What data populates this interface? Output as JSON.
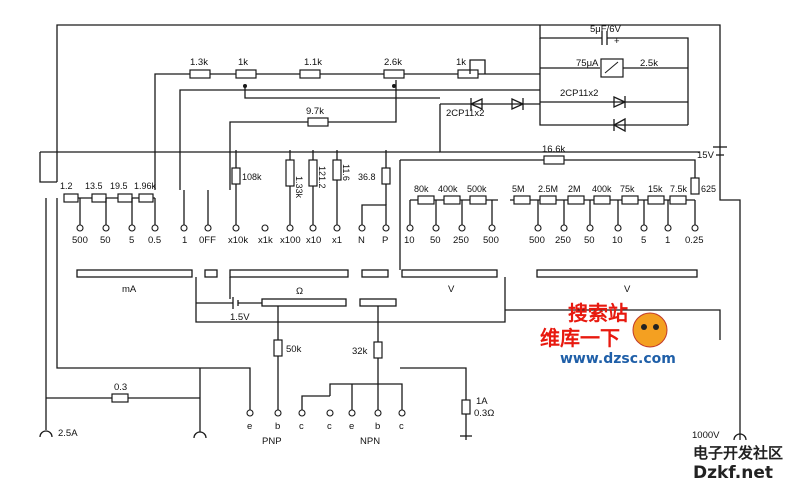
{
  "diagram": {
    "top_components": {
      "capacitor": "5μF/6V",
      "capacitor_polarity": "+",
      "meter_current": "75μA",
      "meter_resistor": "2.5k",
      "diodes_right": "2CP11x2",
      "diodes_left": "2CP11x2",
      "r_1_3k": "1.3k",
      "r_1k_a": "1k",
      "r_1_1k": "1.1k",
      "r_2_6k": "2.6k",
      "r_1k_b": "1k",
      "r_9_7k": "9.7k",
      "r_16_6k": "16.6k",
      "battery_15v": "15V"
    },
    "ma_section": {
      "resistors": [
        "1.2",
        "13.5",
        "19.5",
        "1.96k"
      ],
      "ranges": [
        "500",
        "50",
        "5",
        "0.5",
        "1",
        "0FF"
      ],
      "bar_label": "mA"
    },
    "ohm_section": {
      "resistors": [
        "108k",
        "1.33k",
        "121.2",
        "11.6",
        "36.8"
      ],
      "ranges": [
        "x10k",
        "x1k",
        "x100",
        "x10",
        "x1",
        "N",
        "P"
      ],
      "bar_label": "Ω",
      "battery": "1.5V"
    },
    "dcv_section": {
      "resistors": [
        "80k",
        "400k",
        "500k"
      ],
      "ranges": [
        "10",
        "50",
        "250",
        "500"
      ],
      "bar_label": "V"
    },
    "acv_section": {
      "resistors": [
        "5M",
        "2.5M",
        "2M",
        "400k",
        "75k",
        "15k",
        "7.5k",
        "625"
      ],
      "ranges": [
        "500",
        "250",
        "50",
        "10",
        "5",
        "1",
        "0.25"
      ],
      "bar_label": "V"
    },
    "bottom": {
      "r_50k": "50k",
      "r_32k": "32k",
      "r_0_3": "0.3",
      "fuse_rating": "1A",
      "fuse_res": "0.3Ω",
      "pnp_pins": [
        "e",
        "b",
        "c"
      ],
      "npn_pins": [
        "c",
        "e",
        "b",
        "c"
      ],
      "pnp_label": "PNP",
      "npn_label": "NPN",
      "terminal_25a": "2.5A",
      "terminal_1000v": "1000V"
    }
  },
  "watermark": {
    "site_cn": "维库一下",
    "site_url": "www.dzsc.com",
    "site2_cn": "电子开发社区",
    "site2_url": "Dzkf.net",
    "logo_word": "搜索站"
  }
}
